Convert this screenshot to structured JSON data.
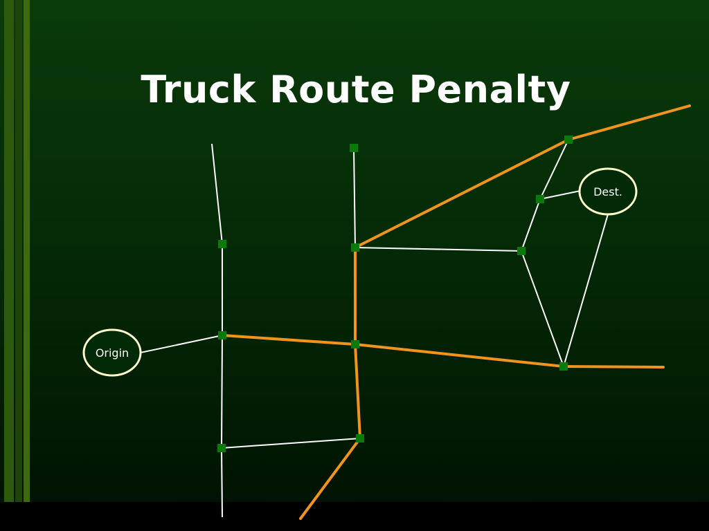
{
  "slide": {
    "title": "Truck Route Penalty"
  },
  "diagram": {
    "origin_label": "Origin",
    "destination_label": "Dest.",
    "colors": {
      "background": "#042a06",
      "truck_route": "#f0941e",
      "local_road": "#ffffff",
      "node": "#0a7a0a",
      "terminal_outline": "#ffffcc",
      "stripe": "#3f6a10"
    }
  }
}
